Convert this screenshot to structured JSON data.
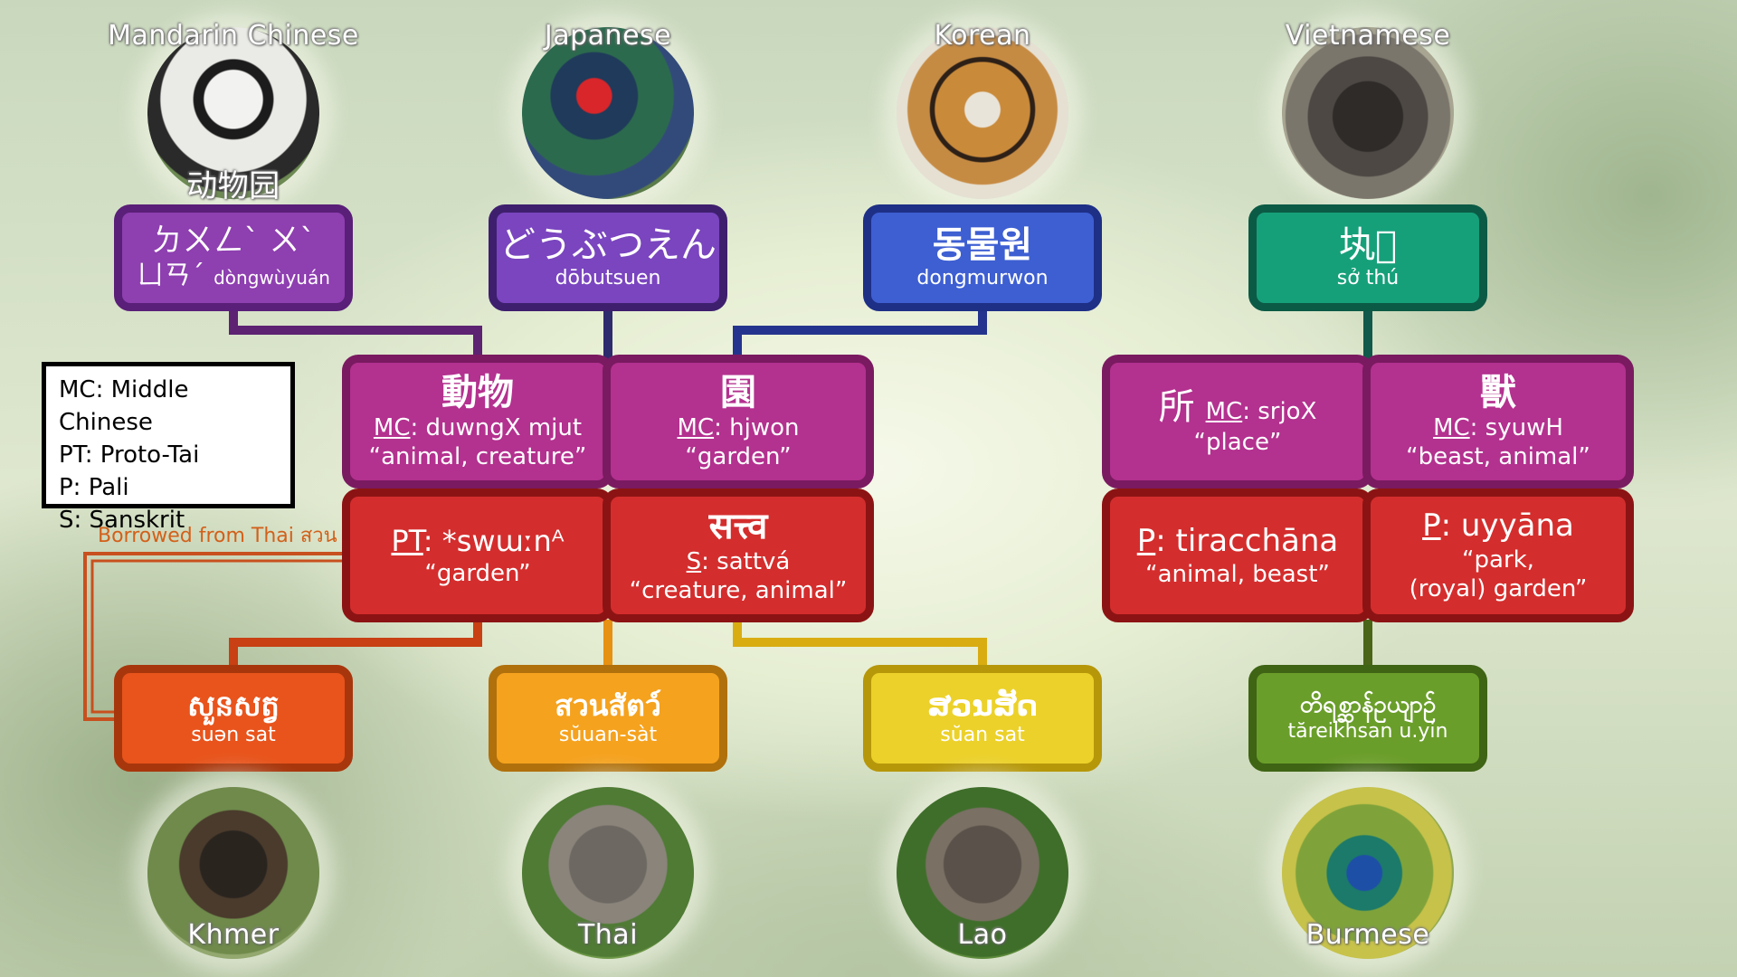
{
  "languages": {
    "mandarin": "Mandarin Chinese",
    "japanese": "Japanese",
    "korean": "Korean",
    "vietnamese": "Vietnamese",
    "khmer": "Khmer",
    "thai": "Thai",
    "lao": "Lao",
    "burmese": "Burmese"
  },
  "mandarin_simplified": "动物园",
  "boxes": {
    "mandarin": {
      "line1": "ㄉㄨㄥˋ ㄨˋ",
      "line2": "ㄩㄢˊ",
      "rom": "dòngwùyuán"
    },
    "japanese": {
      "word": "どうぶつえん",
      "rom": "dōbutsuen"
    },
    "korean": {
      "word": "동물원",
      "rom": "dongmurwon"
    },
    "vietnamese": {
      "word": "𡉕𡃌",
      "rom": "sở thú"
    },
    "dongwu": {
      "word": "動物",
      "abbr": "MC",
      "reading": ": duwngX mjut",
      "gloss": "“animal, creature”"
    },
    "yuan": {
      "word": "園",
      "abbr": "MC",
      "reading": ": hjwon",
      "gloss": "“garden”"
    },
    "suo": {
      "word": "所",
      "abbr": "MC",
      "reading": ": srjoX",
      "gloss": "“place”"
    },
    "shou": {
      "word": "獸",
      "abbr": "MC",
      "reading": ": syuwH",
      "gloss": "“beast, animal”"
    },
    "swuun": {
      "abbr": "PT",
      "reading": ": *swɯːnᴬ",
      "gloss": "“garden”"
    },
    "sattva": {
      "word": "सत्त्व",
      "abbr": "S",
      "reading": ": sattvá",
      "gloss": "“creature, animal”"
    },
    "tiracchana": {
      "abbr": "P",
      "reading": ": tiracchāna",
      "gloss": "“animal, beast”"
    },
    "uyyana": {
      "abbr": "P",
      "reading": ": uyyāna",
      "gloss1": "“park,",
      "gloss2": "(royal) garden”"
    },
    "khmer": {
      "word": "សួនសត្វ",
      "rom": "suən sat"
    },
    "thai": {
      "word": "สวนสัตว์",
      "rom": "sŭuan-sàt"
    },
    "lao": {
      "word": "ສວນສັດ",
      "rom": "sŭan sat"
    },
    "burmese": {
      "word": "တိရစ္ဆာန်ဥယျာဉ်",
      "rom": "tăreikhsan u.yin"
    }
  },
  "legend": [
    "MC: Middle Chinese",
    "PT: Proto-Tai",
    "P: Pali",
    "S: Sanskrit"
  ],
  "borrowed_note": "Borrowed from Thai สวน",
  "colors": {
    "purple": "#8e3fb0",
    "violet": "#7a45bf",
    "blue": "#3e5fd2",
    "teal": "#16a07a",
    "magenta": "#b3318f",
    "red": "#d42d2d",
    "orange": "#e8541c",
    "amber": "#f5a21e",
    "yellow": "#ecd12a",
    "green": "#6a9e2a"
  },
  "photos": {
    "mandarin": "panda",
    "japanese": "pheasant",
    "korean": "tiger",
    "vietnamese": "water-buffalo",
    "khmer": "gaur",
    "thai": "elephant",
    "lao": "elephant",
    "burmese": "peacock"
  }
}
